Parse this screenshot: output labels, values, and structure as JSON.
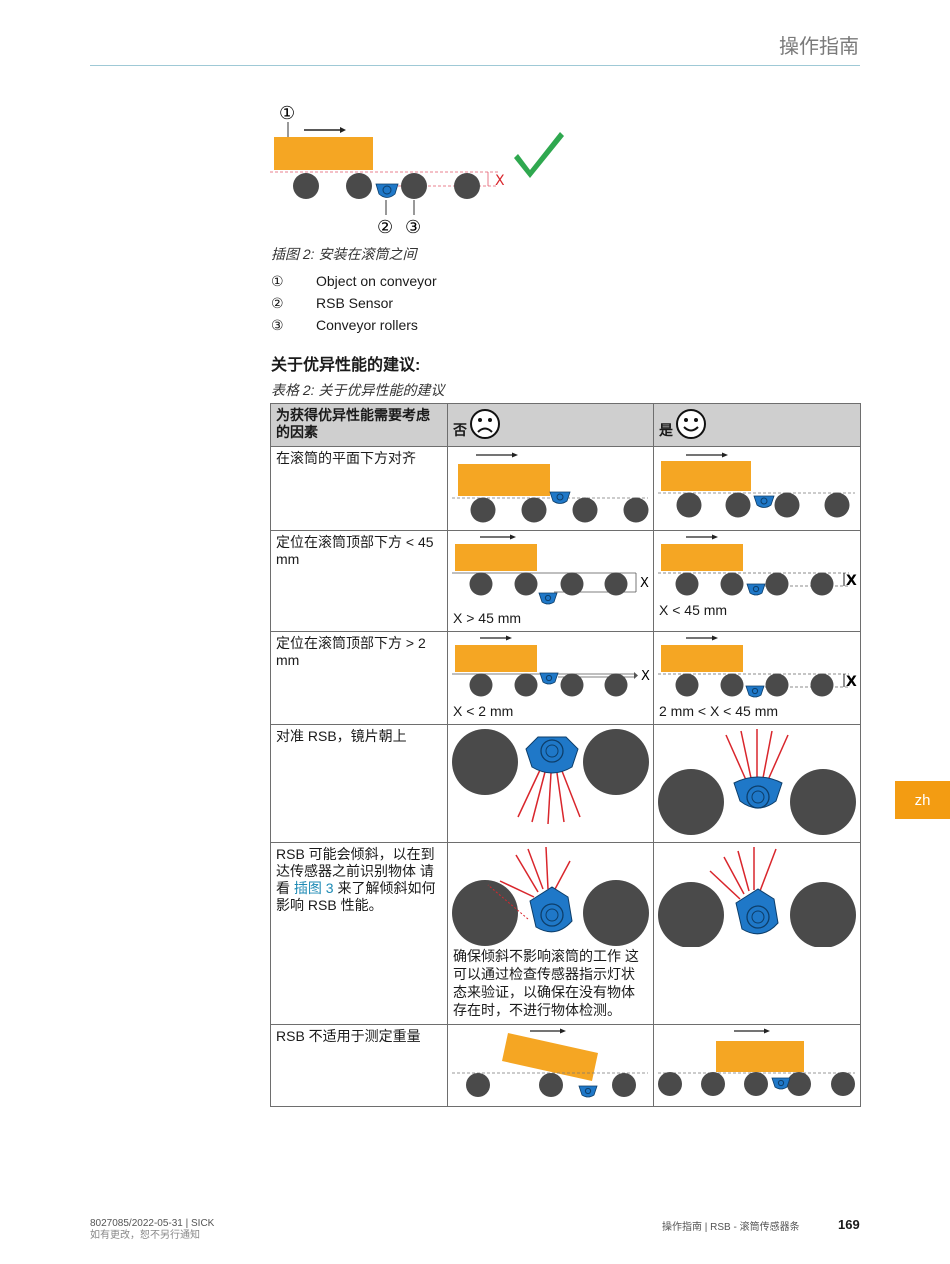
{
  "header": {
    "title": "操作指南"
  },
  "figure": {
    "callout_1": "①",
    "callout_2": "②",
    "callout_3": "③",
    "x_label": "X",
    "caption": "插图 2: 安装在滚筒之间"
  },
  "legend": [
    {
      "num": "①",
      "text": "Object on conveyor"
    },
    {
      "num": "②",
      "text": "RSB Sensor"
    },
    {
      "num": "③",
      "text": "Conveyor rollers"
    }
  ],
  "section": {
    "title": "关于优异性能的建议:"
  },
  "table": {
    "caption": "表格 2: 关于优异性能的建议",
    "header": {
      "factor": "为获得优异性能需要考虑的因素",
      "no": "否",
      "yes": "是"
    },
    "rows": [
      {
        "factor": "在滚筒的平面下方对齐",
        "no_note": "",
        "yes_note": ""
      },
      {
        "factor": "定位在滚筒顶部下方 < 45 mm",
        "no_note": "X > 45 mm",
        "yes_note": "X < 45 mm",
        "x_label": "X"
      },
      {
        "factor": "定位在滚筒顶部下方 > 2 mm",
        "no_note": "X < 2 mm",
        "yes_note": "2 mm < X < 45 mm",
        "x_label": "X"
      },
      {
        "factor": "对准 RSB，镜片朝上",
        "no_note": "",
        "yes_note": ""
      },
      {
        "factor_pre": "RSB 可能会倾斜，以在到达传感器之前识别物体 请看 ",
        "factor_link": "插图 3",
        "factor_post": " 来了解倾斜如何影响 RSB 性能。",
        "no_note": "确保倾斜不影响滚筒的工作 这可以通过检查传感器指示灯状态来验证，以确保在没有物体存在时，不进行物体检测。",
        "yes_note": ""
      },
      {
        "factor": "RSB 不适用于测定重量",
        "no_note": "",
        "yes_note": ""
      }
    ]
  },
  "side_tab": {
    "label": "zh"
  },
  "footer": {
    "doc_id": "8027085/2022-05-31 | SICK",
    "notice": "如有更改，恕不另行通知",
    "breadcrumb": "操作指南 | RSB - 滚筒传感器条",
    "page": "169"
  },
  "colors": {
    "object": "#f5a623",
    "roller": "#4a4a4a",
    "sensor": "#1f78c8",
    "check": "#2fa84f",
    "beam": "#d9262c",
    "tab": "#f39c12"
  }
}
